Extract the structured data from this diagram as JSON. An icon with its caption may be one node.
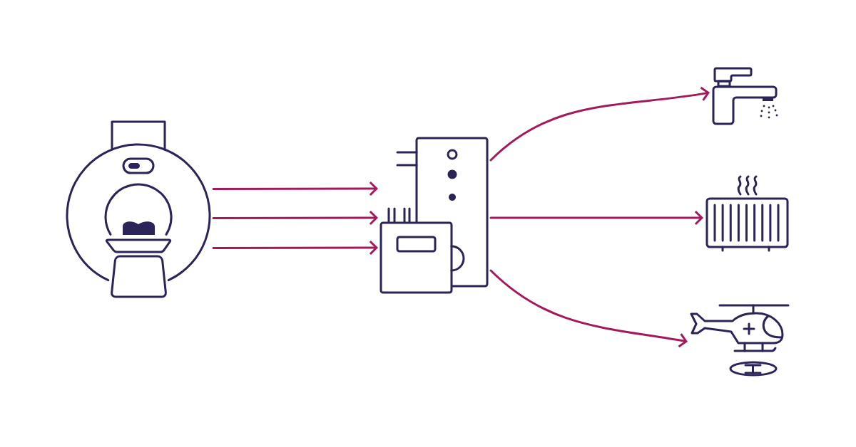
{
  "diagram": {
    "nodes": [
      {
        "text": [],
        "shape": "picture"
      },
      {
        "text": [],
        "shape": "picture"
      },
      {
        "text": [],
        "shape": "picture"
      },
      {
        "text": [],
        "shape": "picture"
      },
      {
        "text": [],
        "shape": "picture"
      }
    ],
    "edges": [
      {
        "from": 0,
        "to": 1,
        "arrow": "to"
      },
      {
        "from": 0,
        "to": 1,
        "arrow": "to"
      },
      {
        "from": 0,
        "to": 1,
        "arrow": "to"
      },
      {
        "from": 1,
        "to": 2,
        "arrow": "to"
      },
      {
        "from": 1,
        "to": 3,
        "arrow": "to"
      },
      {
        "from": 1,
        "to": 4,
        "arrow": "to"
      }
    ]
  }
}
